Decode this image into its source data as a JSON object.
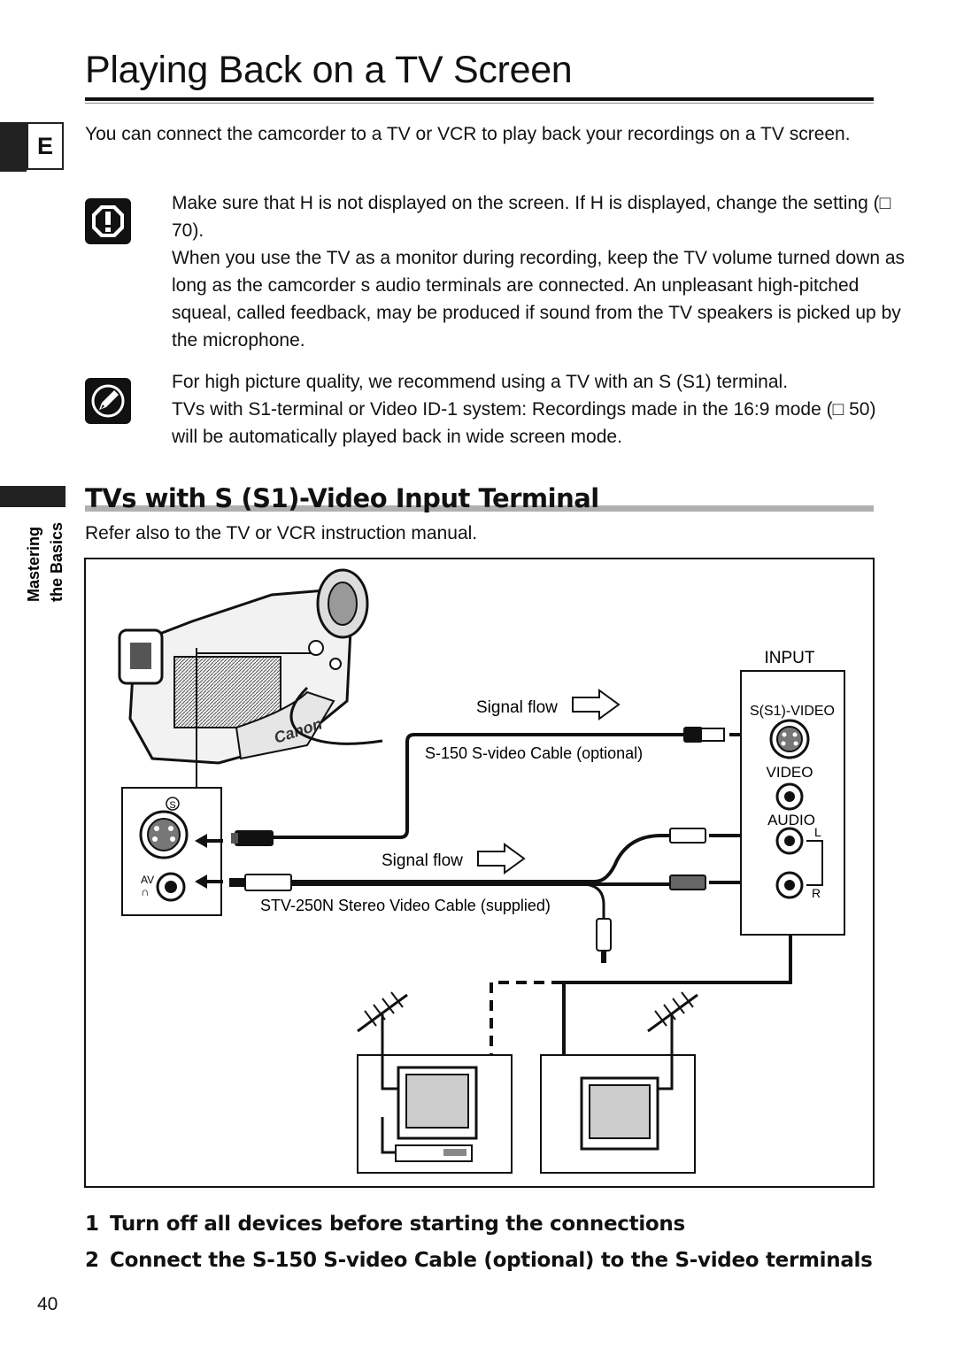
{
  "title": "Playing Back on a TV Screen",
  "lang_tab": "E",
  "intro": "You can connect the camcorder to a TV or VCR to play back your recordings on a TV screen.",
  "caution": {
    "icon": "caution-icon",
    "p1": "Make sure that  H  is not displayed on the screen. If  H  is displayed, change the setting (□ 70).",
    "p2": "When you use the TV as a monitor during recording, keep the TV volume turned down as long as the camcorder s audio terminals are connected. An unpleasant high-pitched squeal, called feedback, may be produced if sound from the TV speakers is picked up by the microphone."
  },
  "note": {
    "icon": "note-pencil-icon",
    "p1": "For high picture quality, we recommend using a TV with an S (S1) terminal.",
    "p2": "TVs with S1-terminal or Video ID-1 system: Recordings made in the 16:9 mode (□ 50) will be automatically played back in wide screen mode."
  },
  "side_label": {
    "line1": "Mastering",
    "line2": "the Basics"
  },
  "section": {
    "heading": "TVs with S (S1)-Video Input Terminal",
    "sub": "Refer also to the TV or VCR instruction manual."
  },
  "diagram": {
    "input_label": "INPUT",
    "svideo_label": "S(S1)-VIDEO",
    "video_label": "VIDEO",
    "audio_label": "AUDIO",
    "left_label": "L",
    "right_label": "R",
    "signal_flow_1": "Signal flow",
    "signal_flow_2": "Signal flow",
    "cable_svideo": "S-150 S-video Cable (optional)",
    "cable_stereo": "STV-250N Stereo Video Cable (supplied)",
    "cam_s_mark": "S",
    "cam_av_mark": "AV",
    "cam_brand": "Canon"
  },
  "steps": [
    {
      "num": "1",
      "text": "Turn off all devices before starting the connections"
    },
    {
      "num": "2",
      "text": "Connect the S-150 S-video Cable (optional) to the S-video terminals"
    }
  ],
  "page_number": "40"
}
